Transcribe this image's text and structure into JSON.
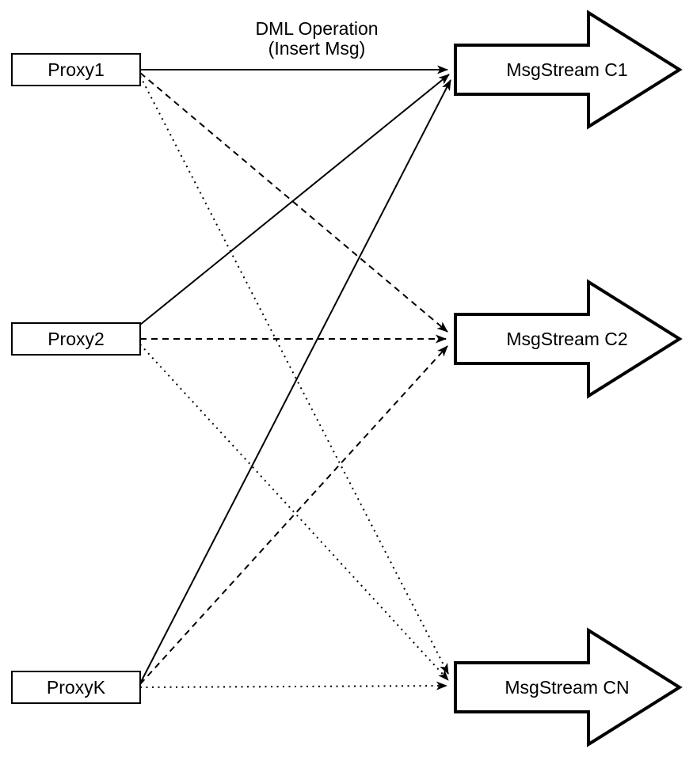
{
  "diagram": {
    "title_label": {
      "line1": "DML Operation",
      "line2": "(Insert Msg)"
    },
    "proxies": [
      {
        "label": "Proxy1"
      },
      {
        "label": "Proxy2"
      },
      {
        "label": "ProxyK"
      }
    ],
    "streams": [
      {
        "label": "MsgStream C1"
      },
      {
        "label": "MsgStream C2"
      },
      {
        "label": "MsgStream CN"
      }
    ],
    "connections": [
      {
        "from": "Proxy1",
        "to": "MsgStream C1",
        "style": "solid"
      },
      {
        "from": "Proxy2",
        "to": "MsgStream C1",
        "style": "solid"
      },
      {
        "from": "ProxyK",
        "to": "MsgStream C1",
        "style": "solid"
      },
      {
        "from": "Proxy1",
        "to": "MsgStream C2",
        "style": "dashed"
      },
      {
        "from": "Proxy2",
        "to": "MsgStream C2",
        "style": "dashed"
      },
      {
        "from": "ProxyK",
        "to": "MsgStream C2",
        "style": "dashed"
      },
      {
        "from": "Proxy1",
        "to": "MsgStream CN",
        "style": "dotted"
      },
      {
        "from": "Proxy2",
        "to": "MsgStream CN",
        "style": "dotted"
      },
      {
        "from": "ProxyK",
        "to": "MsgStream CN",
        "style": "dotted"
      }
    ],
    "colors": {
      "stroke": "#000000",
      "fill": "#ffffff",
      "background": "#ffffff"
    }
  }
}
